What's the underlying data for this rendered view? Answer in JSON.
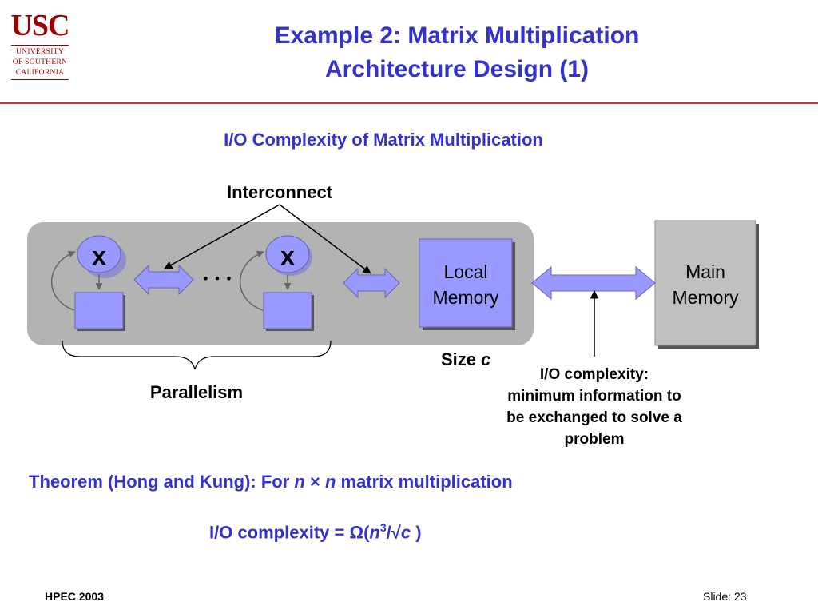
{
  "logo": {
    "name": "USC",
    "line1": "UNIVERSITY",
    "line2": "OF SOUTHERN",
    "line3": "CALIFORNIA"
  },
  "title": {
    "line1": "Example 2: Matrix Multiplication",
    "line2": "Architecture Design (1)"
  },
  "subtitle": "I/O Complexity of Matrix Multiplication",
  "diagram": {
    "interconnect_label": "Interconnect",
    "pe_symbol": "x",
    "ellipsis": "• • •",
    "local_memory_line1": "Local",
    "local_memory_line2": "Memory",
    "main_memory_line1": "Main",
    "main_memory_line2": "Memory",
    "size_label": "Size",
    "size_var": "c",
    "parallelism_label": "Parallelism",
    "io_note_line1": "I/O complexity:",
    "io_note_line2": "minimum information to",
    "io_note_line3": "be exchanged to solve a",
    "io_note_line4": "problem"
  },
  "theorem": {
    "prefix": "Theorem (Hong and Kung): For ",
    "n1": "n",
    "times": " × ",
    "n2": "n",
    "suffix": " matrix multiplication"
  },
  "io_formula": {
    "prefix": "I/O complexity = Ω(",
    "n": "n",
    "exp": "3",
    "slash": "/√",
    "c": "c",
    "suffix": " )"
  },
  "footer": {
    "left": "HPEC 2003",
    "right": "Slide: 23"
  },
  "colors": {
    "title_blue": "#3333cc",
    "usc_red": "#990000",
    "rule_red": "#cc3333",
    "block_fill": "#9999ff",
    "gray_panel": "#b3b3b3",
    "main_memory": "#c0c0c0"
  }
}
